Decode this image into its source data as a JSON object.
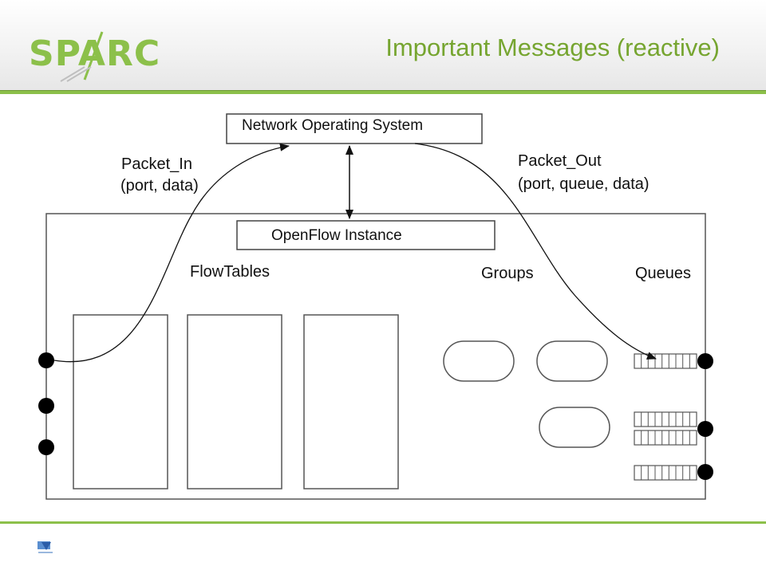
{
  "header": {
    "logo_text": "SPARC",
    "title": "Important Messages (reactive)"
  },
  "colors": {
    "accent_green": "#8cc04a",
    "title_green": "#76a530"
  },
  "diagram": {
    "nos_label": "Network Operating System",
    "openflow_label": "OpenFlow Instance",
    "flowtables_label": "FlowTables",
    "groups_label": "Groups",
    "queues_label": "Queues",
    "packet_in": {
      "name": "Packet_In",
      "args": "(port, data)"
    },
    "packet_out": {
      "name": "Packet_Out",
      "args": "(port, queue, data)"
    }
  }
}
